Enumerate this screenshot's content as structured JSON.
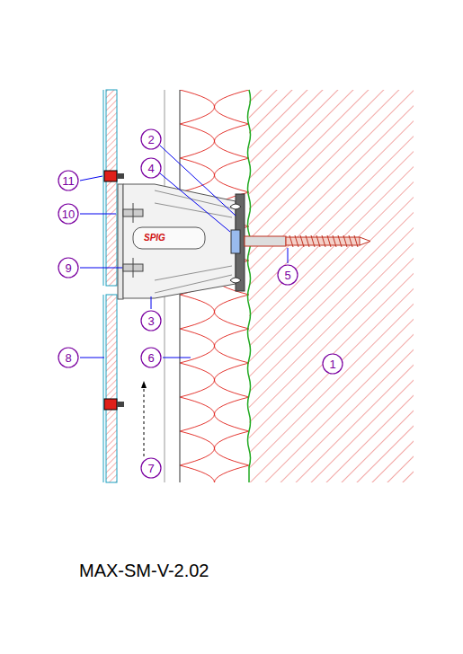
{
  "diagram": {
    "caption": "MAX-SM-V-2.02",
    "nodes": [
      {
        "text": [
          "2"
        ]
      },
      {
        "text": [
          "4"
        ]
      },
      {
        "text": [
          "11"
        ]
      },
      {
        "text": [
          "10"
        ]
      },
      {
        "text": [
          "9"
        ]
      },
      {
        "text": [
          "5"
        ]
      },
      {
        "text": [
          "3"
        ]
      },
      {
        "text": [
          "8"
        ]
      },
      {
        "text": [
          "6"
        ]
      },
      {
        "text": [
          "1"
        ]
      },
      {
        "text": [
          "7"
        ]
      }
    ],
    "labels": [
      "SPIG"
    ]
  }
}
